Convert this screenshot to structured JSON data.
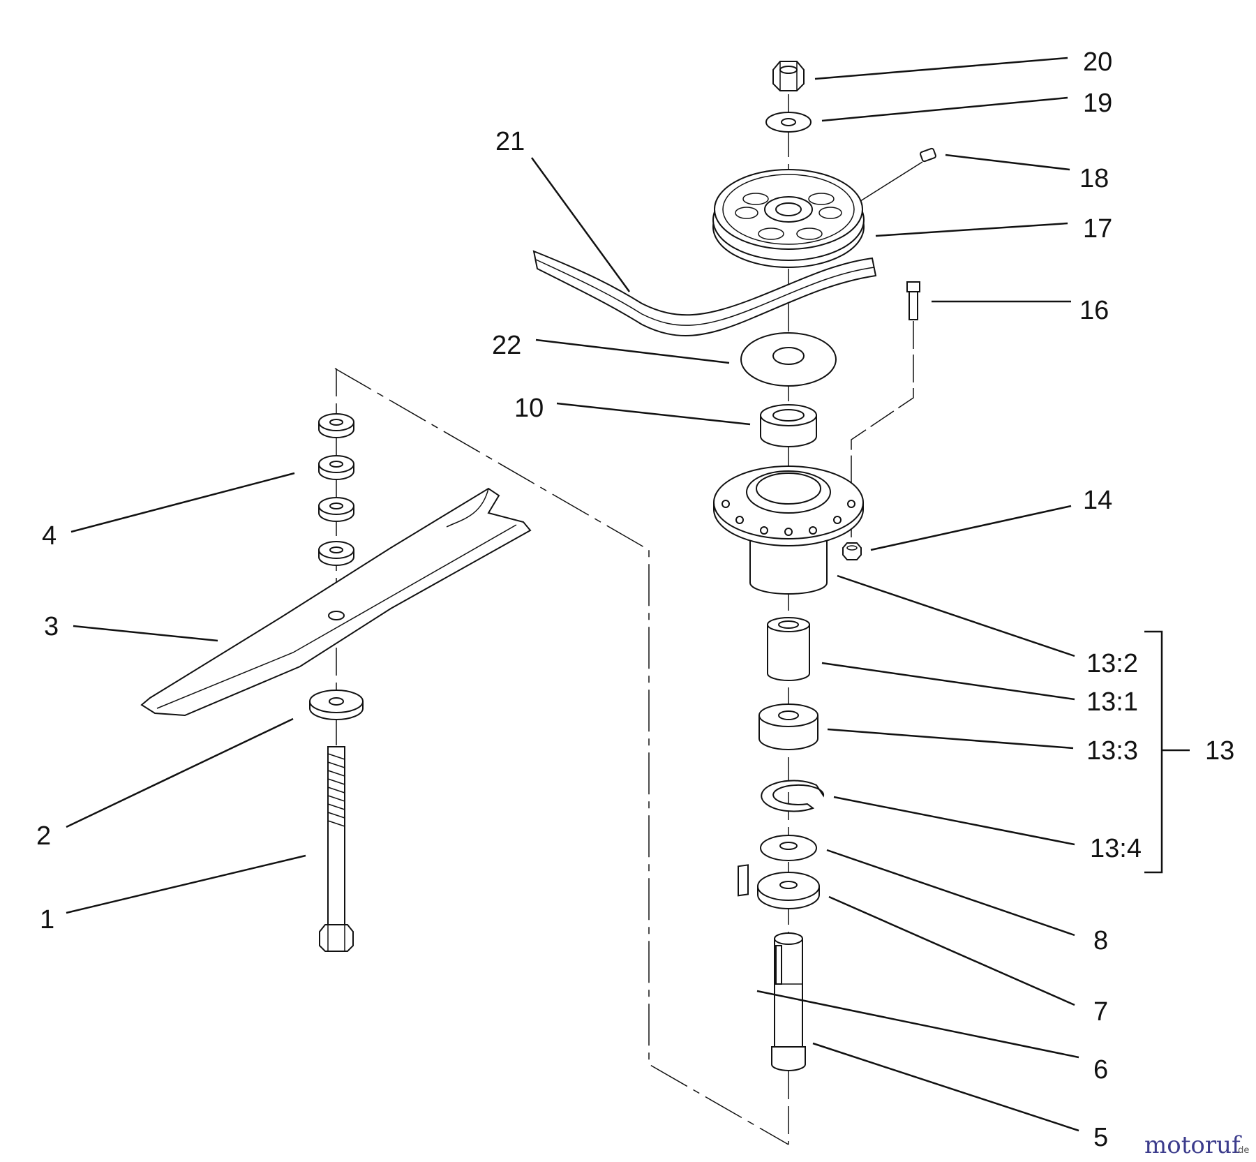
{
  "diagram": {
    "callouts": [
      {
        "id": "20",
        "text": "20"
      },
      {
        "id": "19",
        "text": "19"
      },
      {
        "id": "18",
        "text": "18"
      },
      {
        "id": "17",
        "text": "17"
      },
      {
        "id": "16",
        "text": "16"
      },
      {
        "id": "14",
        "text": "14"
      },
      {
        "id": "13-2",
        "text": "13:2"
      },
      {
        "id": "13-1",
        "text": "13:1"
      },
      {
        "id": "13-3",
        "text": "13:3"
      },
      {
        "id": "13-4",
        "text": "13:4"
      },
      {
        "id": "13",
        "text": "13"
      },
      {
        "id": "8",
        "text": "8"
      },
      {
        "id": "7",
        "text": "7"
      },
      {
        "id": "6",
        "text": "6"
      },
      {
        "id": "5",
        "text": "5"
      },
      {
        "id": "21",
        "text": "21"
      },
      {
        "id": "22",
        "text": "22"
      },
      {
        "id": "10",
        "text": "10"
      },
      {
        "id": "4",
        "text": "4"
      },
      {
        "id": "3",
        "text": "3"
      },
      {
        "id": "2",
        "text": "2"
      },
      {
        "id": "1",
        "text": "1"
      }
    ],
    "watermark": {
      "brand": "motoruf",
      "suffix": ".de"
    }
  }
}
